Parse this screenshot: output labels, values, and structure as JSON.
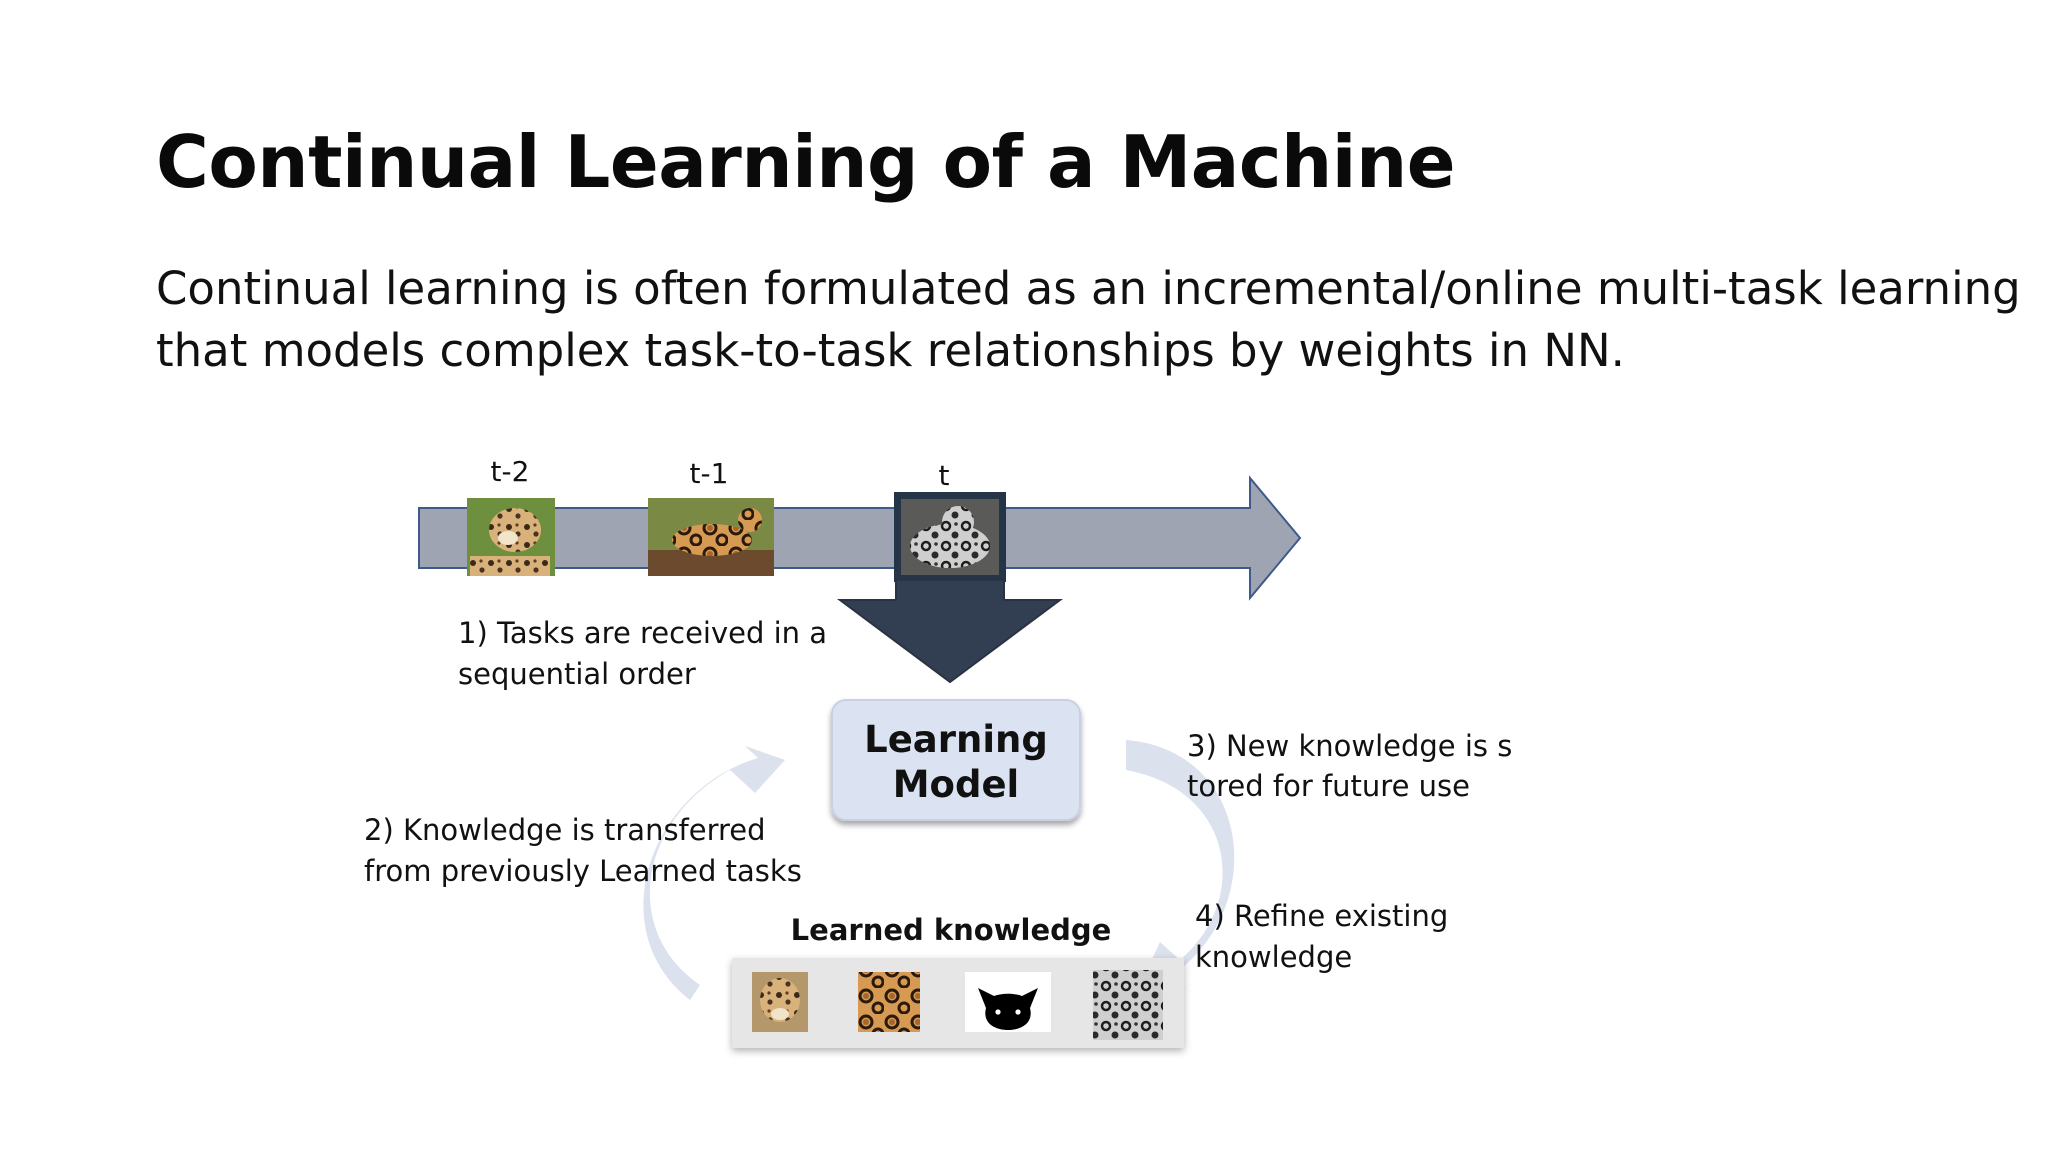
{
  "slide": {
    "title": "Continual Learning of a Machine",
    "body_line1": "Continual learning is often formulated as an incremental/online multi-task learning",
    "body_line2": "that models complex task-to-task relationships by weights in NN."
  },
  "diagram": {
    "timeline": {
      "labels": [
        "t-2",
        "t-1",
        "t"
      ],
      "images": [
        "cheetah-photo",
        "jaguar-photo",
        "leopard-photo"
      ]
    },
    "learning_model": {
      "line1": "Learning",
      "line2": "Model"
    },
    "annotations": {
      "step1_line1": "1) Tasks are received in a",
      "step1_line2": "sequential order",
      "step2_line1": "2) Knowledge is transferred",
      "step2_line2": "from previously Learned tasks",
      "step3_line1": "3) New knowledge is s",
      "step3_line2": "tored for future use",
      "step4_line1": "4) Refine existing",
      "step4_line2": "knowledge"
    },
    "knowledge": {
      "title": "Learned knowledge",
      "items": [
        "cheetah-face-patch",
        "leopard-spot-patch",
        "cat-icon",
        "snow-leopard-spot-patch"
      ]
    },
    "colors": {
      "timeline_arrow": "#9ea4b2",
      "timeline_outline": "#3d5a8a",
      "down_arrow": "#323e51",
      "model_box": "#dbe2f1",
      "cycle_arrows": "#d9dfec"
    }
  }
}
